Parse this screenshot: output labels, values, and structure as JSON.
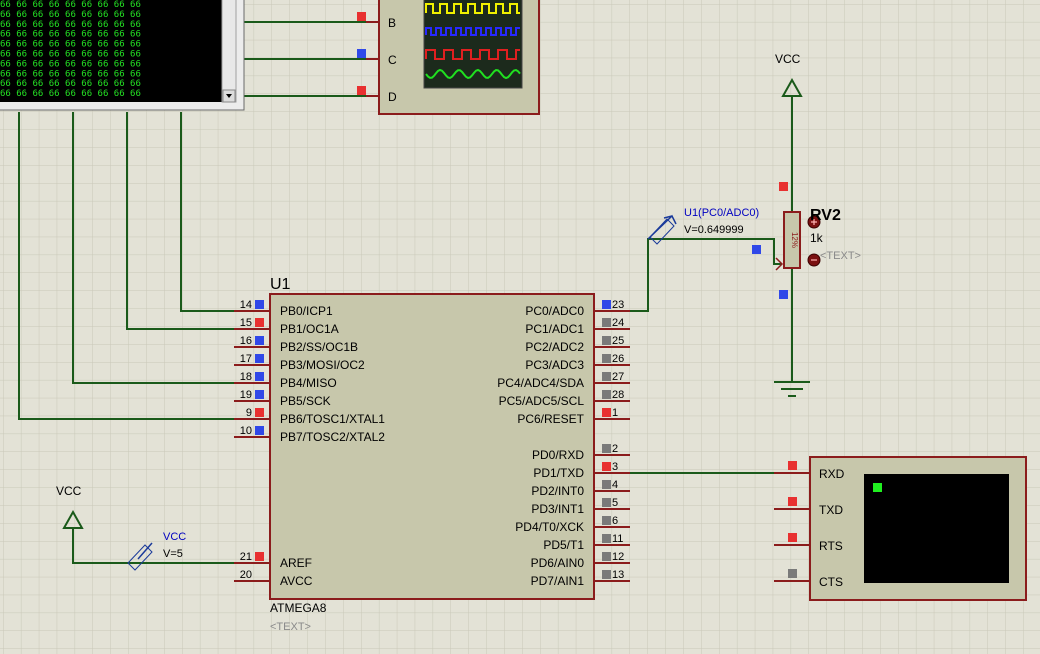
{
  "terminal_rows": [
    "66 66 66 66 66 66 66 66 66",
    "66 66 66 66 66 66 66 66 66",
    "66 66 66 66 66 66 66 66 66",
    "66 66 66 66 66 66 66 66 66",
    "66 66 66 66 66 66 66 66 66",
    "66 66 66 66 66 66 66 66 66",
    "66 66 66 66 66 66 66 66 66",
    "66 66 66 66 66 66 66 66 66",
    "66 66 66 66 66 66 66 66 66",
    "66 66 66 66 66 66 66 66 66"
  ],
  "scope": {
    "channels": [
      {
        "label": "B",
        "state": "red"
      },
      {
        "label": "C",
        "state": "blue"
      },
      {
        "label": "D",
        "state": "red"
      }
    ],
    "trace_colors": [
      "#f0f000",
      "#2828ff",
      "#e02020",
      "#20e020"
    ]
  },
  "mcu": {
    "ref": "U1",
    "part": "ATMEGA8",
    "text": "<TEXT>",
    "left_pins": [
      {
        "num": "14",
        "name": "PB0/ICP1",
        "state": "blue"
      },
      {
        "num": "15",
        "name": "PB1/OC1A",
        "state": "red"
      },
      {
        "num": "16",
        "name": "PB2/SS/OC1B",
        "state": "blue"
      },
      {
        "num": "17",
        "name": "PB3/MOSI/OC2",
        "state": "blue"
      },
      {
        "num": "18",
        "name": "PB4/MISO",
        "state": "blue"
      },
      {
        "num": "19",
        "name": "PB5/SCK",
        "state": "blue"
      },
      {
        "num": "9",
        "name": "PB6/TOSC1/XTAL1",
        "state": "red"
      },
      {
        "num": "10",
        "name": "PB7/TOSC2/XTAL2",
        "state": "blue"
      },
      {
        "num": "21",
        "name": "AREF",
        "state": "red"
      },
      {
        "num": "20",
        "name": "AVCC",
        "state": "none"
      }
    ],
    "right_pins": [
      {
        "num": "23",
        "name": "PC0/ADC0",
        "state": "blue"
      },
      {
        "num": "24",
        "name": "PC1/ADC1",
        "state": "gray"
      },
      {
        "num": "25",
        "name": "PC2/ADC2",
        "state": "gray"
      },
      {
        "num": "26",
        "name": "PC3/ADC3",
        "state": "gray"
      },
      {
        "num": "27",
        "name": "PC4/ADC4/SDA",
        "state": "gray"
      },
      {
        "num": "28",
        "name": "PC5/ADC5/SCL",
        "state": "gray"
      },
      {
        "num": "1",
        "name": "PC6/RESET",
        "state": "red"
      },
      {
        "num": "2",
        "name": "PD0/RXD",
        "state": "gray"
      },
      {
        "num": "3",
        "name": "PD1/TXD",
        "state": "red"
      },
      {
        "num": "4",
        "name": "PD2/INT0",
        "state": "gray"
      },
      {
        "num": "5",
        "name": "PD3/INT1",
        "state": "gray"
      },
      {
        "num": "6",
        "name": "PD4/T0/XCK",
        "state": "gray"
      },
      {
        "num": "11",
        "name": "PD5/T1",
        "state": "gray"
      },
      {
        "num": "12",
        "name": "PD6/AIN0",
        "state": "gray"
      },
      {
        "num": "13",
        "name": "PD7/AIN1",
        "state": "gray"
      }
    ]
  },
  "probe_adc": {
    "name": "U1(PC0/ADC0)",
    "value": "V=0.649999"
  },
  "probe_vcc": {
    "name": "VCC",
    "value": "V=5"
  },
  "vcc_label": "VCC",
  "pot": {
    "ref": "RV2",
    "value": "1k",
    "text": "<TEXT>",
    "percent": "12%"
  },
  "vterm": {
    "pins": [
      {
        "name": "RXD",
        "state": "red"
      },
      {
        "name": "TXD",
        "state": "red"
      },
      {
        "name": "RTS",
        "state": "red"
      },
      {
        "name": "CTS",
        "state": "gray"
      }
    ]
  },
  "colors": {
    "red": "#e83030",
    "blue": "#3048e8",
    "gray": "#7a7a7a",
    "wire": "#1a5a1a",
    "body": "#8b1c1c"
  }
}
